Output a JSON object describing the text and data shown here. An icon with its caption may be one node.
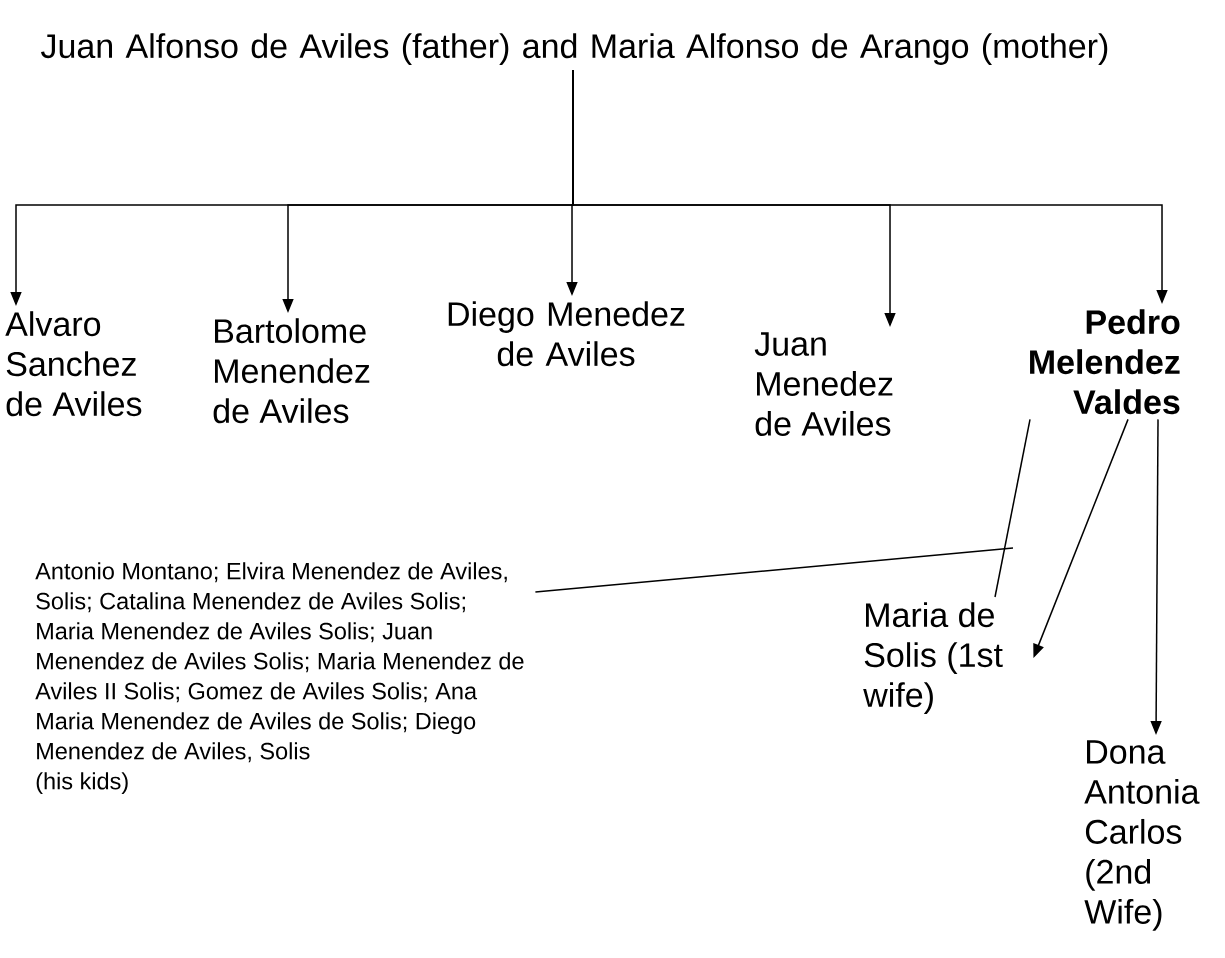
{
  "diagram": {
    "nodes": [
      {
        "text": [
          "Juan Alfonso de Aviles (father) and Maria Alfonso de Arango (mother)"
        ]
      },
      {
        "text": [
          "Alvaro Sanchez de Aviles"
        ]
      },
      {
        "text": [
          "Bartolome Menendez de Aviles"
        ]
      },
      {
        "text": [
          "Diego Menedez de Aviles"
        ]
      },
      {
        "text": [
          "Juan Menedez de Aviles"
        ]
      },
      {
        "text": [
          "Pedro Melendez Valdes"
        ]
      },
      {
        "text": [
          "Antonio Montano; Elvira Menendez de Aviles, Solis; Catalina Menendez de Aviles Solis; Maria Menendez de Aviles Solis; Juan Menendez de Aviles Solis; Maria Menendez de Aviles II Solis; Gomez de Aviles Solis; Ana Maria Menendez de Aviles de Solis; Diego Menendez de Aviles, Solis",
          "(his kids)"
        ]
      },
      {
        "text": [
          "Maria de Solis (1st wife)"
        ]
      },
      {
        "text": [
          "Dona Antonia Carlos (2nd Wife)"
        ]
      }
    ],
    "edges": [
      {
        "from": 0,
        "to": 1,
        "arrow": "to"
      },
      {
        "from": 0,
        "to": 2,
        "arrow": "to"
      },
      {
        "from": 0,
        "to": 3,
        "arrow": "to"
      },
      {
        "from": 0,
        "to": 4,
        "arrow": "to"
      },
      {
        "from": 0,
        "to": 5,
        "arrow": "to"
      },
      {
        "from": 5,
        "to": 7,
        "arrow": "none"
      },
      {
        "from": 6,
        "to": null,
        "arrow": "none"
      },
      {
        "from": 5,
        "to": 7,
        "arrow": "to"
      },
      {
        "from": 5,
        "to": 8,
        "arrow": "to"
      }
    ]
  }
}
